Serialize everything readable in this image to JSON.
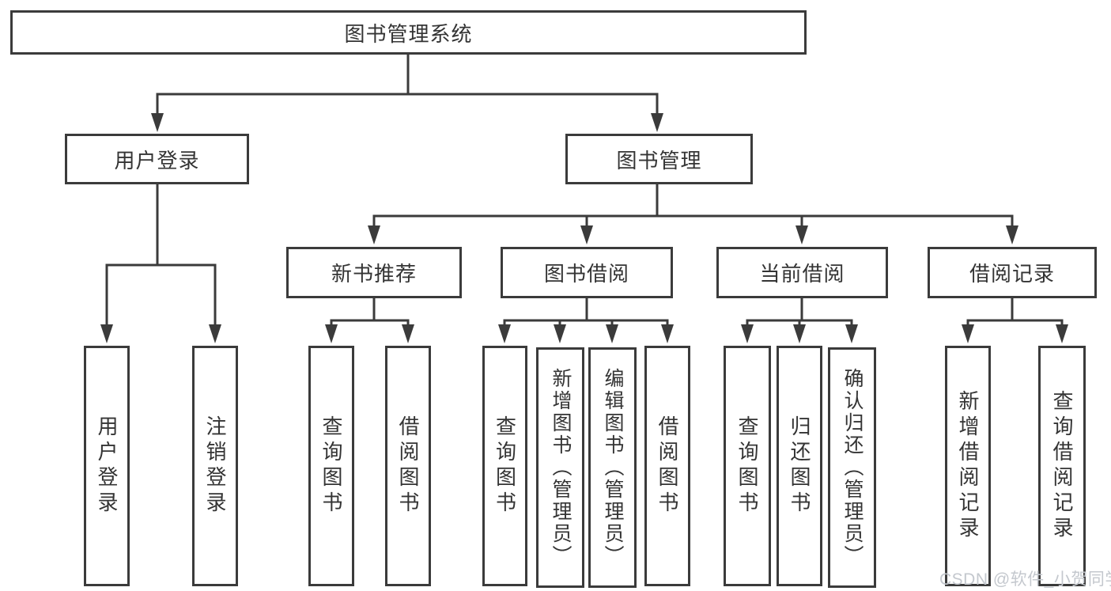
{
  "title": "图书管理系统",
  "watermark": "CSDN @软件_小贺同学",
  "colors": {
    "line": "#3b3b3b",
    "text": "#343434",
    "background": "#ffffff",
    "watermark": "#c4c8ce"
  },
  "tree": {
    "root": {
      "label": "图书管理系统",
      "children": [
        {
          "label": "用户登录",
          "children": [
            {
              "label": "用户登录"
            },
            {
              "label": "注销登录"
            }
          ]
        },
        {
          "label": "图书管理",
          "children": [
            {
              "label": "新书推荐",
              "children": [
                {
                  "label": "查询图书"
                },
                {
                  "label": "借阅图书"
                }
              ]
            },
            {
              "label": "图书借阅",
              "children": [
                {
                  "label": "查询图书"
                },
                {
                  "label": "新增图书（管理员）"
                },
                {
                  "label": "编辑图书（管理员）"
                },
                {
                  "label": "借阅图书"
                }
              ]
            },
            {
              "label": "当前借阅",
              "children": [
                {
                  "label": "查询图书"
                },
                {
                  "label": "归还图书"
                },
                {
                  "label": "确认归还（管理员）"
                }
              ]
            },
            {
              "label": "借阅记录",
              "children": [
                {
                  "label": "新增借阅记录"
                },
                {
                  "label": "查询借阅记录"
                }
              ]
            }
          ]
        }
      ]
    }
  }
}
